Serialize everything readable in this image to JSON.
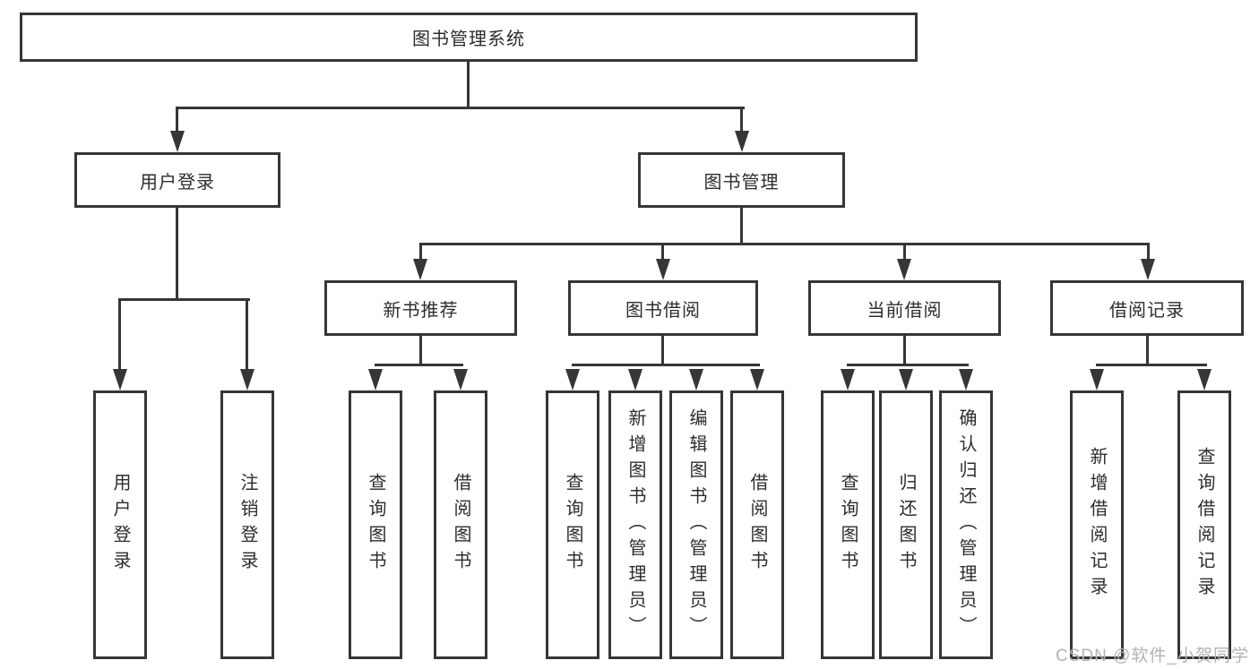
{
  "diagram": {
    "root": {
      "label": "图书管理系统"
    },
    "level2": [
      {
        "label": "用户登录"
      },
      {
        "label": "图书管理"
      }
    ],
    "level3": [
      {
        "label": "新书推荐"
      },
      {
        "label": "图书借阅"
      },
      {
        "label": "当前借阅"
      },
      {
        "label": "借阅记录"
      }
    ],
    "leaves": {
      "user_login": [
        {
          "label": "用户登录"
        },
        {
          "label": "注销登录"
        }
      ],
      "new_book": [
        {
          "label": "查询图书"
        },
        {
          "label": "借阅图书"
        }
      ],
      "book_borrow": [
        {
          "label": "查询图书"
        },
        {
          "label": "新增图书（管理员）"
        },
        {
          "label": "编辑图书（管理员）"
        },
        {
          "label": "借阅图书"
        }
      ],
      "current_borrow": [
        {
          "label": "查询图书"
        },
        {
          "label": "归还图书"
        },
        {
          "label": "确认归还（管理员）"
        }
      ],
      "borrow_record": [
        {
          "label": "新增借阅记录"
        },
        {
          "label": "查询借阅记录"
        }
      ]
    }
  },
  "watermark": {
    "text": "CSDN @软件_小贺同学"
  },
  "colors": {
    "line": "#363636",
    "box_border": "#363636",
    "text": "#2d2d2d",
    "watermark": "#b3b3b3",
    "background": "#ffffff"
  }
}
